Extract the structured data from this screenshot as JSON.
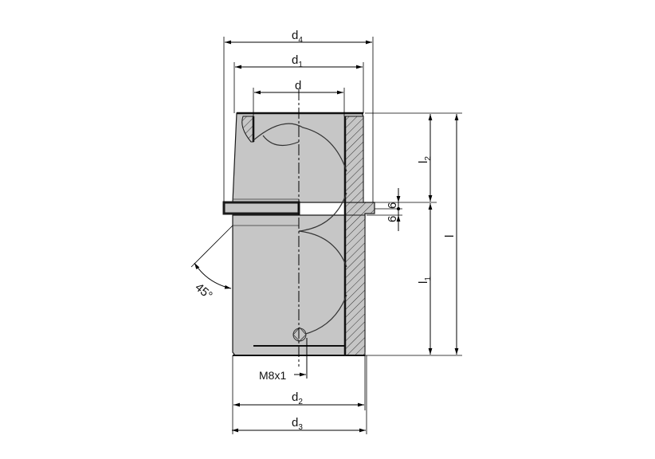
{
  "drawing": {
    "colors": {
      "body": "#c6c6c6",
      "outline": "#1a1a1a"
    },
    "dimensions": {
      "d4": {
        "base": "d",
        "sub": "4"
      },
      "d1": {
        "base": "d",
        "sub": "1"
      },
      "d": {
        "base": "d",
        "sub": ""
      },
      "d2": {
        "base": "d",
        "sub": "2"
      },
      "d3": {
        "base": "d",
        "sub": "3"
      },
      "l2": {
        "base": "l",
        "sub": "2"
      },
      "l1": {
        "base": "l",
        "sub": "1"
      },
      "l": {
        "base": "l",
        "sub": ""
      },
      "flange_upper": "6",
      "flange_lower": "6",
      "chamfer_angle": "45°",
      "thread": "M8x1"
    }
  }
}
